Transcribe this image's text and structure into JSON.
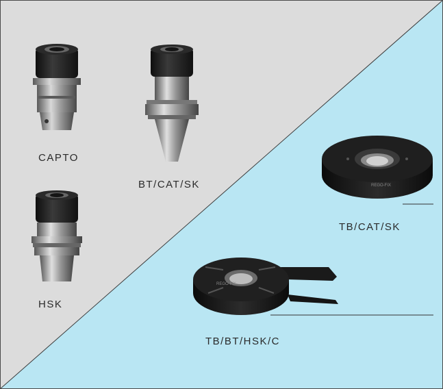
{
  "colors": {
    "gray_panel": "#dcdcdc",
    "blue_panel": "#b9e6f3",
    "frame": "#4a4a4a",
    "label_text": "#2a2a2a",
    "product_black": "#1c1c1c"
  },
  "labels": {
    "capto": "CAPTO",
    "bt_cat_sk": "BT/CAT/SK",
    "hsk": "HSK",
    "tb_cat_sk": "TB/CAT/SK",
    "tb_bt_hsk_c": "TB/BT/HSK/C"
  },
  "engraving": "REGO-FIX",
  "icons": {
    "capto_holder": "tool-holder-capto-icon",
    "bt_holder": "tool-holder-bt-cat-sk-icon",
    "hsk_holder": "tool-holder-hsk-icon",
    "ring_fixture": "clamping-ring-icon",
    "lever_fixture": "clamping-ring-with-lever-icon"
  }
}
